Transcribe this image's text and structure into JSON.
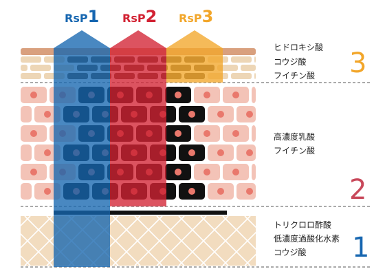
{
  "peels": [
    {
      "id": "rsp1",
      "prefix": "RsP",
      "number": "1",
      "color": "#1666B0"
    },
    {
      "id": "rsp2",
      "prefix": "RsP",
      "number": "2",
      "color": "#D22233"
    },
    {
      "id": "rsp3",
      "prefix": "RsP",
      "number": "3",
      "color": "#F2A62A"
    }
  ],
  "layers": [
    {
      "id": "layer-3",
      "number": "3",
      "color": "#F2A62A",
      "ingredients": [
        "ヒドロキシ酸",
        "コウジ酸",
        "フイチン酸"
      ]
    },
    {
      "id": "layer-2",
      "number": "2",
      "color": "#C8485A",
      "ingredients": [
        "高濃度乳酸",
        "フイチン酸"
      ]
    },
    {
      "id": "layer-1",
      "number": "1",
      "color": "#1666B0",
      "ingredients": [
        "トリクロロ酢酸",
        "低濃度過酸化水素",
        "コウジ酸"
      ]
    }
  ]
}
